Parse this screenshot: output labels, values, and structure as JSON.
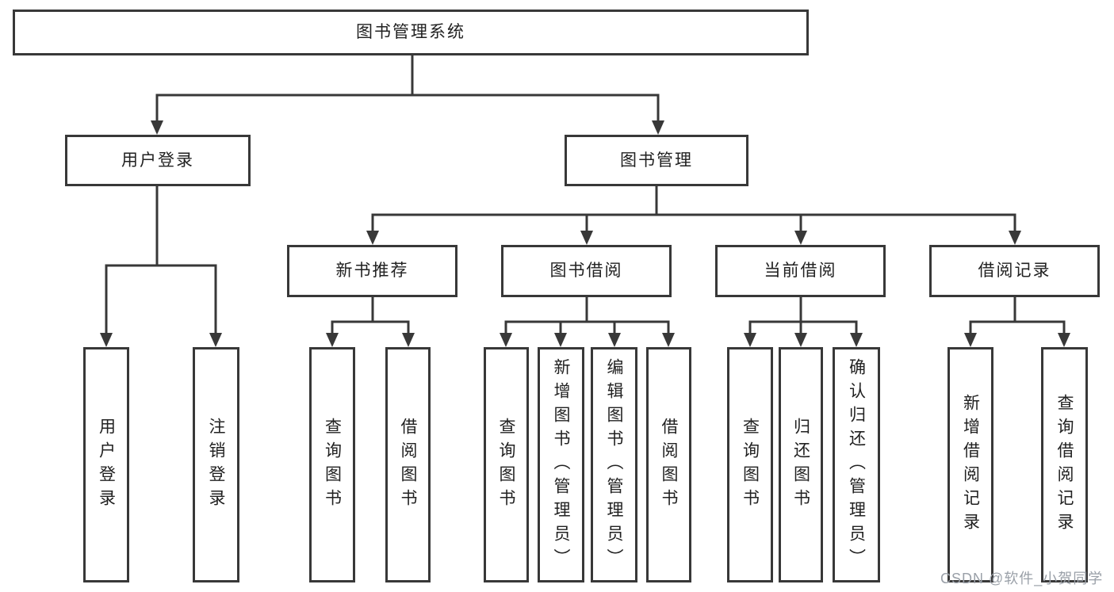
{
  "diagram": {
    "root": {
      "label": "图书管理系统"
    },
    "level1": [
      {
        "label": "用户登录"
      },
      {
        "label": "图书管理"
      }
    ],
    "level2": [
      {
        "label": "新书推荐"
      },
      {
        "label": "图书借阅"
      },
      {
        "label": "当前借阅"
      },
      {
        "label": "借阅记录"
      }
    ],
    "leaves": {
      "user_login": [
        {
          "label": "用户登录"
        },
        {
          "label": "注销登录"
        }
      ],
      "new_book": [
        {
          "label": "查询图书"
        },
        {
          "label": "借阅图书"
        }
      ],
      "book_borrow": [
        {
          "label": "查询图书"
        },
        {
          "label": "新增图书（管理员）"
        },
        {
          "label": "编辑图书（管理员）"
        },
        {
          "label": "借阅图书"
        }
      ],
      "current_borrow": [
        {
          "label": "查询图书"
        },
        {
          "label": "归还图书"
        },
        {
          "label": "确认归还（管理员）"
        }
      ],
      "borrow_record": [
        {
          "label": "新增借阅记录"
        },
        {
          "label": "查询借阅记录"
        }
      ]
    }
  },
  "watermark": {
    "text": "CSDN @软件_小贺同学"
  },
  "colors": {
    "line": "#383838",
    "box_border": "#383838",
    "text": "#212121",
    "watermark": "#9aa0a8",
    "background": "#ffffff"
  }
}
